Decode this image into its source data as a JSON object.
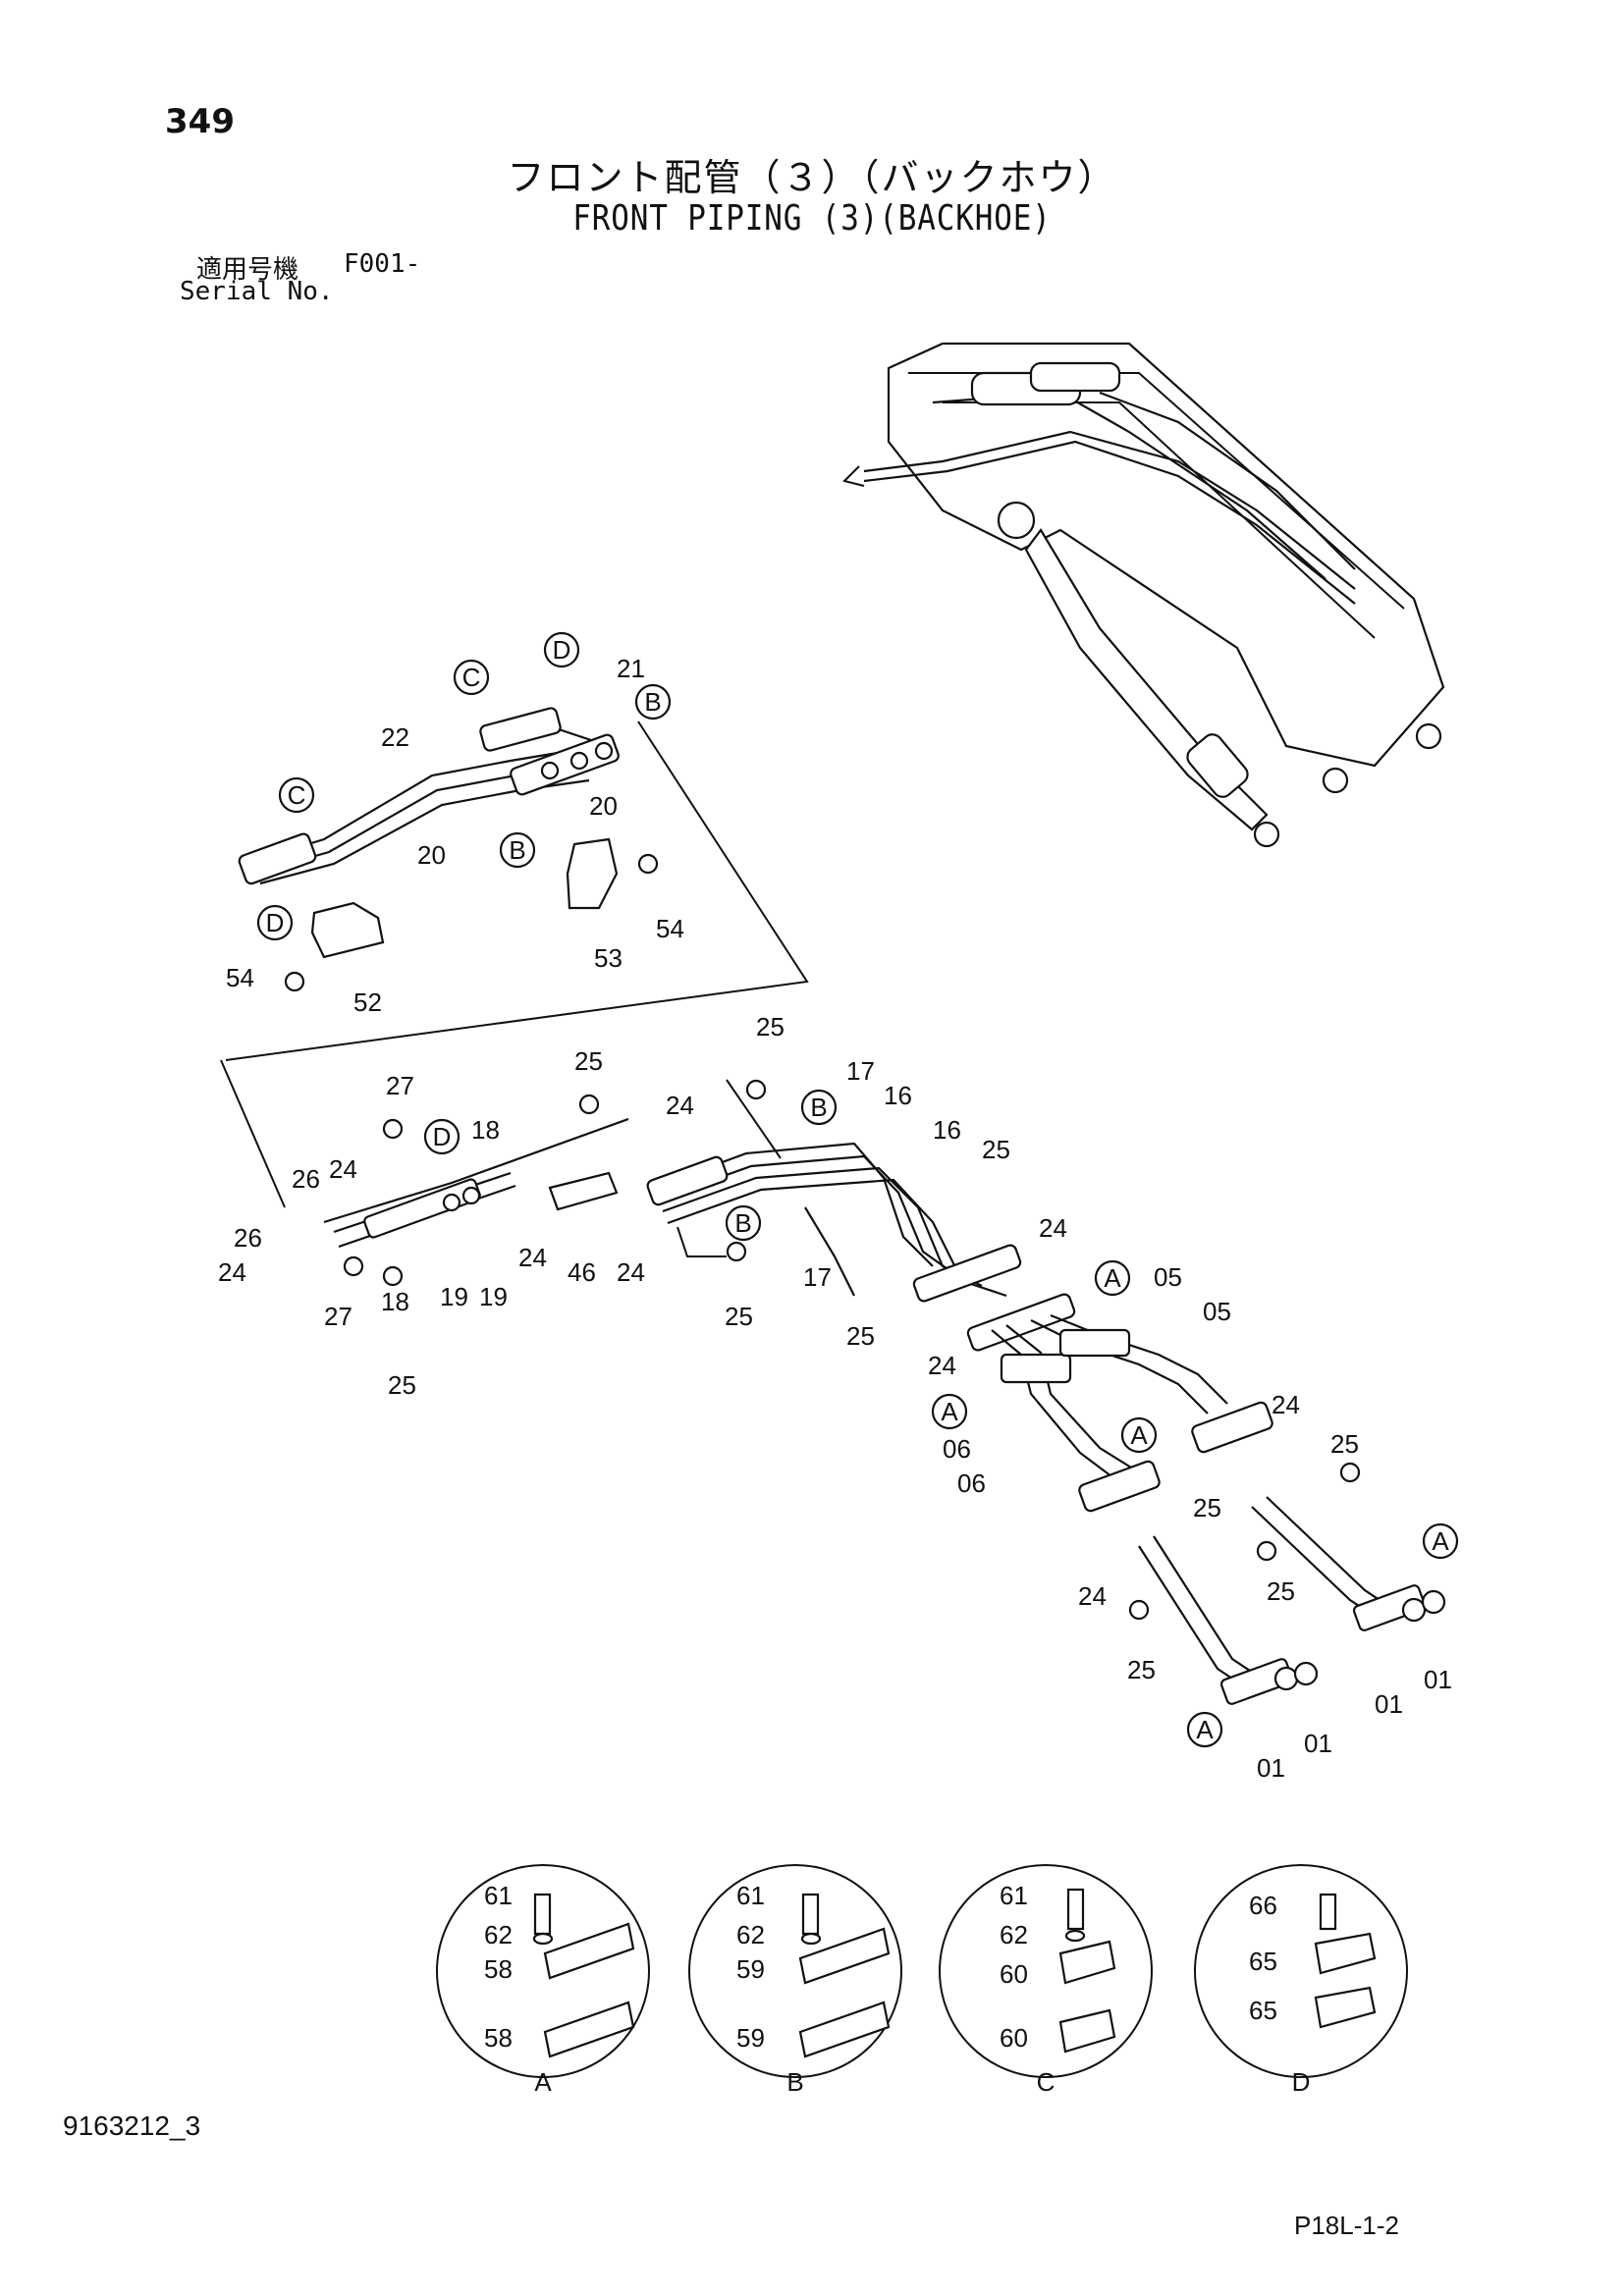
{
  "header": {
    "page_number": "349",
    "title_ja": "フロント配管（３）（バックホウ）",
    "title_en": "FRONT PIPING (3)(BACKHOE)",
    "serial_label_ja": "適用号機",
    "serial_code": "F001-",
    "serial_label_en": "Serial No."
  },
  "footer": {
    "doc_code": "9163212_3",
    "page_ref": "P18L-1-2"
  },
  "callouts": {
    "upper": [
      "21",
      "22",
      "20",
      "20",
      "52",
      "53",
      "54",
      "54"
    ],
    "middle": [
      "25",
      "27",
      "18",
      "26",
      "24",
      "26",
      "24",
      "27",
      "18",
      "19",
      "19",
      "24",
      "46",
      "24",
      "25",
      "24",
      "25",
      "17",
      "16",
      "16",
      "25",
      "24",
      "17",
      "25"
    ],
    "lower": [
      "05",
      "05",
      "06",
      "06",
      "24",
      "24",
      "25",
      "25",
      "25",
      "24",
      "25",
      "01",
      "01",
      "01",
      "01"
    ]
  },
  "view_letters": {
    "C1": "C",
    "D1": "D",
    "B1": "B",
    "C2": "C",
    "B2": "B",
    "D2": "D",
    "D3": "D",
    "B3": "B",
    "B4": "B",
    "A1": "A",
    "A2": "A",
    "A3": "A",
    "A4": "A",
    "A5": "A"
  },
  "detail_views": [
    {
      "label": "A",
      "parts": [
        "61",
        "62",
        "58",
        "58"
      ]
    },
    {
      "label": "B",
      "parts": [
        "61",
        "62",
        "59",
        "59"
      ]
    },
    {
      "label": "C",
      "parts": [
        "61",
        "62",
        "60",
        "60"
      ]
    },
    {
      "label": "D",
      "parts": [
        "66",
        "65",
        "65"
      ]
    }
  ]
}
